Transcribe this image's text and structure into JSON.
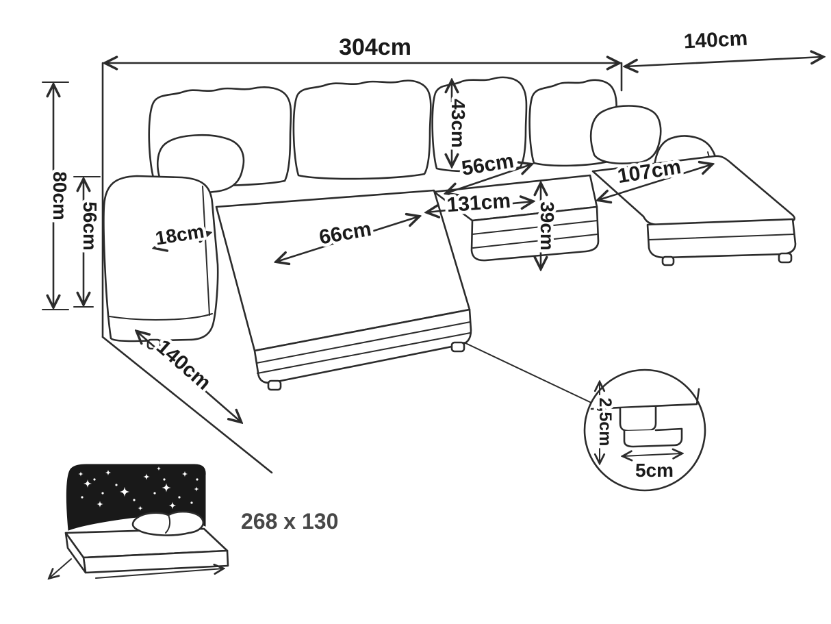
{
  "title": "Corner sofa dimension diagram",
  "labels": {
    "total_width": "304cm",
    "right_depth": "140cm",
    "total_height": "80cm",
    "backrest_height": "56cm",
    "back_cushion_height": "43cm",
    "seat_depth": "56cm",
    "right_seat_width": "107cm",
    "middle_seat_width": "131cm",
    "seat_front_height": "39cm",
    "left_seat_width": "66cm",
    "armrest_width": "18cm",
    "left_depth": "140cm",
    "leg_height": "2,5cm",
    "leg_width": "5cm",
    "sleeping_area": "268 x 130"
  },
  "colors": {
    "line": "#2b2b2b",
    "text": "#1a1a1a",
    "bed_label": "#474747",
    "headboard": "#191919",
    "background": "#ffffff"
  }
}
